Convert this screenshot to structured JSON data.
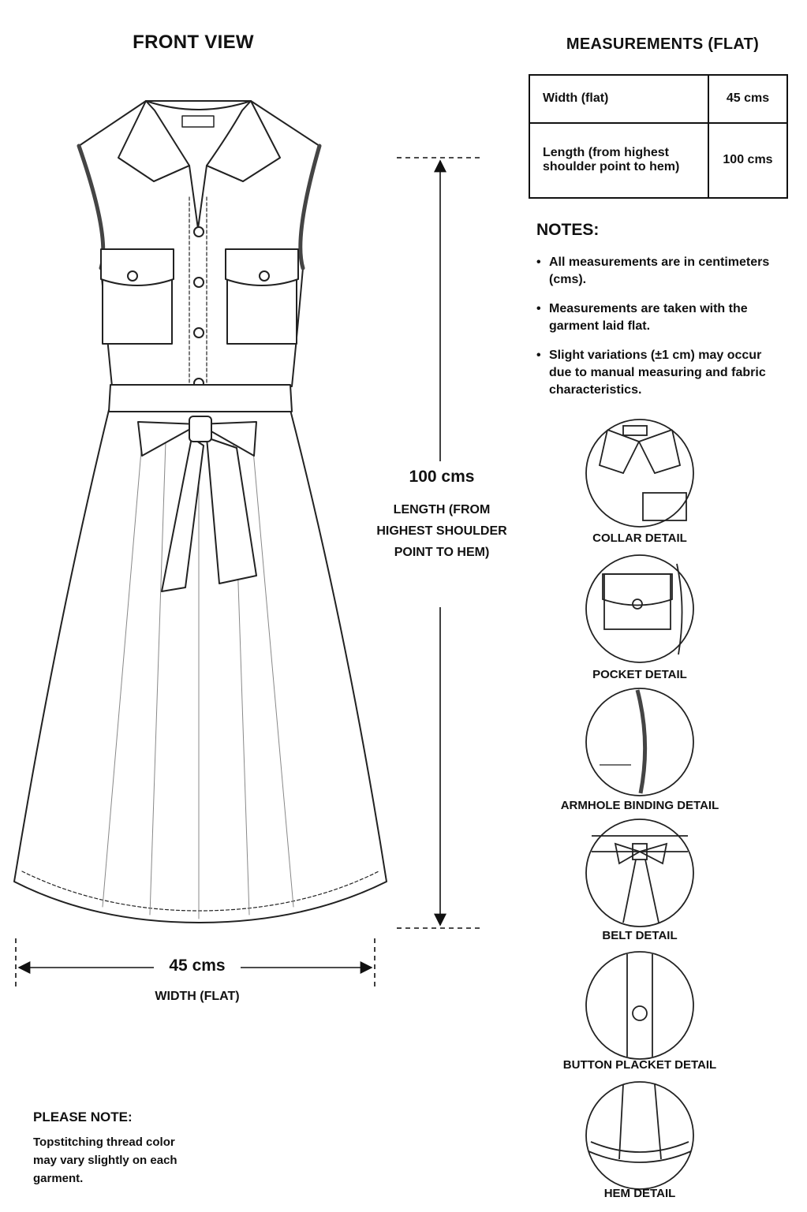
{
  "front_view": {
    "title": "FRONT VIEW"
  },
  "measurements": {
    "title": "MEASUREMENTS (FLAT)",
    "rows": [
      {
        "label": "Width (flat)",
        "value": "45 cms"
      },
      {
        "label": "Length (from highest shoulder point to hem)",
        "value": "100 cms"
      }
    ]
  },
  "dimensions": {
    "length": {
      "value": "100 cms",
      "label": "LENGTH (FROM HIGHEST SHOULDER POINT TO HEM)"
    },
    "width": {
      "value": "45 cms",
      "label": "WIDTH (FLAT)"
    }
  },
  "notes": {
    "title": "NOTES:",
    "items": [
      "All measurements are in centimeters (cms).",
      "Measurements are taken with the garment laid flat.",
      "Slight variations (±1 cm) may occur due to manual measuring and fabric characteristics."
    ]
  },
  "details": [
    {
      "label": "COLLAR DETAIL",
      "icon": "collar-detail-icon"
    },
    {
      "label": "POCKET DETAIL",
      "icon": "pocket-detail-icon"
    },
    {
      "label": "ARMHOLE BINDING DETAIL",
      "icon": "armhole-detail-icon"
    },
    {
      "label": "BELT DETAIL",
      "icon": "belt-detail-icon"
    },
    {
      "label": "BUTTON PLACKET DETAIL",
      "icon": "placket-detail-icon"
    },
    {
      "label": "HEM DETAIL",
      "icon": "hem-detail-icon"
    }
  ],
  "please_note": {
    "title": "PLEASE NOTE:",
    "text": "Topstitching thread color may vary slightly on each garment."
  }
}
